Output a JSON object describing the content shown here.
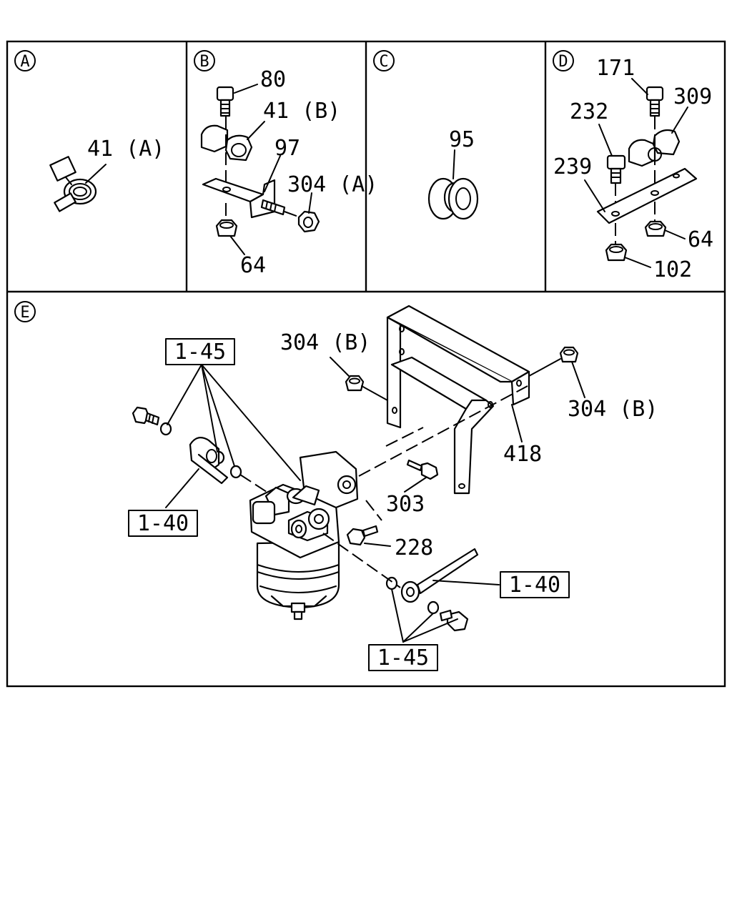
{
  "panels": {
    "A": {
      "letter": "A",
      "labels": {
        "p41a": "41 (A)"
      }
    },
    "B": {
      "letter": "B",
      "labels": {
        "p80": "80",
        "p41b": "41 (B)",
        "p97": "97",
        "p304a": "304 (A)",
        "p64": "64"
      }
    },
    "C": {
      "letter": "C",
      "labels": {
        "p95": "95"
      }
    },
    "D": {
      "letter": "D",
      "labels": {
        "p171": "171",
        "p309": "309",
        "p232": "232",
        "p239": "239",
        "p64": "64",
        "p102": "102"
      }
    },
    "E": {
      "letter": "E",
      "labels": {
        "p304b_left": "304 (B)",
        "p304b_right": "304 (B)",
        "p418": "418",
        "p303": "303",
        "p228": "228"
      },
      "refs": {
        "r145_top": "1-45",
        "r140_left": "1-40",
        "r140_right": "1-40",
        "r145_bottom": "1-45"
      }
    }
  }
}
